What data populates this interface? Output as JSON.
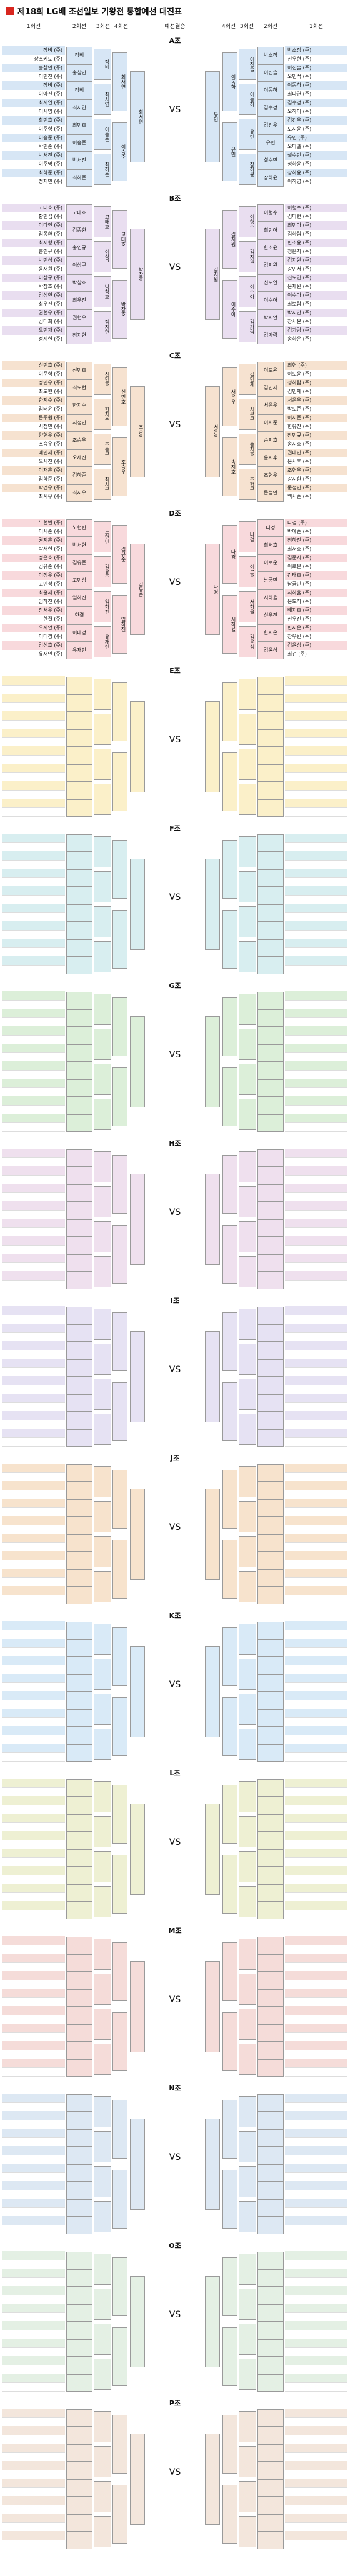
{
  "page_title": "제18회 LG배 조선일보 기왕전 통합예선 대진표",
  "header_cols": [
    "1회전",
    "2회전",
    "3회전",
    "4회전",
    "예선결승",
    "4회전",
    "3회전",
    "2회전",
    "1회전"
  ],
  "vs_label": "VS",
  "groups": [
    {
      "label": "A조",
      "color": "#d7e6f5",
      "left": [
        "장비 (주)",
        "장스키도 (주)",
        "홍창민 (주)",
        "이민진 (주)",
        "장비 (주)",
        "이아진 (주)",
        "최서연 (주)",
        "이세영 (주)",
        "최민호 (주)",
        "이주형 (주)",
        "이승준 (주)",
        "박민준 (주)",
        "박서진 (주)",
        "이주명 (주)",
        "최하준 (주)",
        "정재민 (주)"
      ],
      "right": [
        "박소정 (주)",
        "진우현 (주)",
        "이진솔 (주)",
        "오민석 (주)",
        "이동하 (주)",
        "최나연 (주)",
        "김수경 (주)",
        "오하이 (주)",
        "김건우 (주)",
        "도시윤 (주)",
        "유민 (주)",
        "오다엘 (주)",
        "설수민 (주)",
        "정하윤 (주)",
        "장하윤 (주)",
        "이하영 (주)"
      ],
      "r1l": [
        "장비",
        "홍창민",
        "장비",
        "최서연",
        "최민호",
        "이승준",
        "박서진",
        "최하준"
      ],
      "r1r": [
        "박소정",
        "이진솔",
        "이동하",
        "김수경",
        "김건우",
        "유민",
        "설수민",
        "장하윤"
      ],
      "r2l": [
        "장비",
        "최서연",
        "이승준",
        "최하준"
      ],
      "r2r": [
        "이진솔",
        "이동하",
        "유민",
        "장하윤"
      ],
      "r3l": [
        "최서연",
        "이승준"
      ],
      "r3r": [
        "이동하",
        "유민"
      ],
      "r4l": "최서연",
      "r4r": "유민"
    },
    {
      "label": "B조",
      "color": "#e9def0",
      "left": [
        "고태호 (주)",
        "황민섭 (주)",
        "이다인 (주)",
        "김종환 (주)",
        "최재형 (주)",
        "홍인규 (주)",
        "박민성 (주)",
        "윤재원 (주)",
        "이상구 (주)",
        "박창호 (주)",
        "김성현 (주)",
        "최우진 (주)",
        "권현우 (주)",
        "김대희 (주)",
        "오민재 (주)",
        "정지헌 (주)"
      ],
      "right": [
        "이형수 (주)",
        "김다현 (주)",
        "최민아 (주)",
        "김하림 (주)",
        "한소윤 (주)",
        "정은지 (주)",
        "김지원 (주)",
        "강민서 (주)",
        "신도연 (주)",
        "윤채원 (주)",
        "이수아 (주)",
        "최보람 (주)",
        "박지안 (주)",
        "장서윤 (주)",
        "김가람 (주)",
        "송하은 (주)"
      ],
      "r1l": [
        "고태호",
        "김종환",
        "홍인규",
        "이상구",
        "박창호",
        "최우진",
        "권현우",
        "정지헌"
      ],
      "r1r": [
        "이형수",
        "최민아",
        "한소윤",
        "김지원",
        "신도연",
        "이수아",
        "박지안",
        "김가람"
      ],
      "r2l": [
        "고태호",
        "이상구",
        "박창호",
        "정지헌"
      ],
      "r2r": [
        "이형수",
        "김지원",
        "이수아",
        "김가람"
      ],
      "r3l": [
        "고태호",
        "박창호"
      ],
      "r3r": [
        "김지원",
        "이수아"
      ],
      "r4l": "박창호",
      "r4r": "김지원"
    },
    {
      "label": "C조",
      "color": "#f6e2d0",
      "left": [
        "신민호 (주)",
        "이준혁 (주)",
        "정민우 (주)",
        "최도현 (주)",
        "한지수 (주)",
        "김태윤 (주)",
        "문주원 (주)",
        "서정민 (주)",
        "양현우 (주)",
        "조승우 (주)",
        "배민재 (주)",
        "오세진 (주)",
        "이재훈 (주)",
        "김하준 (주)",
        "박건우 (주)",
        "최시우 (주)"
      ],
      "right": [
        "최현 (주)",
        "이도윤 (주)",
        "정하람 (주)",
        "김민재 (주)",
        "서은우 (주)",
        "박도준 (주)",
        "이서준 (주)",
        "한유찬 (주)",
        "장민규 (주)",
        "송지호 (주)",
        "권태민 (주)",
        "윤시후 (주)",
        "조현우 (주)",
        "강지환 (주)",
        "문성민 (주)",
        "백시준 (주)"
      ],
      "r1l": [
        "신민호",
        "최도현",
        "한지수",
        "서정민",
        "조승우",
        "오세진",
        "김하준",
        "최시우"
      ],
      "r1r": [
        "이도윤",
        "김민재",
        "서은우",
        "이서준",
        "송지호",
        "윤시후",
        "조현우",
        "문성민"
      ],
      "r2l": [
        "신민호",
        "한지수",
        "조승우",
        "최시우"
      ],
      "r2r": [
        "김민재",
        "서은우",
        "송지호",
        "조현우"
      ],
      "r3l": [
        "신민호",
        "조승우"
      ],
      "r3r": [
        "서은우",
        "송지호"
      ],
      "r4l": "조승우",
      "r4r": "서은우"
    },
    {
      "label": "D조",
      "color": "#f8d9dc",
      "left": [
        "노현빈 (주)",
        "이세준 (주)",
        "권지훈 (주)",
        "박서현 (주)",
        "정은호 (주)",
        "김유준 (주)",
        "이정우 (주)",
        "고민성 (주)",
        "최윤재 (주)",
        "임하진 (주)",
        "장서우 (주)",
        "한결 (주)",
        "오지안 (주)",
        "이태경 (주)",
        "김선호 (주)",
        "유재인 (주)"
      ],
      "right": [
        "나경 (주)",
        "박예준 (주)",
        "정하진 (주)",
        "최서호 (주)",
        "김준서 (주)",
        "이로운 (주)",
        "강태호 (주)",
        "남궁민 (주)",
        "서하율 (주)",
        "윤도하 (주)",
        "배지호 (주)",
        "신우진 (주)",
        "한시온 (주)",
        "장우빈 (주)",
        "김윤성 (주)",
        "최건 (주)"
      ],
      "r1l": [
        "노현빈",
        "박서현",
        "김유준",
        "고민성",
        "임하진",
        "한결",
        "이태경",
        "유재인"
      ],
      "r1r": [
        "나경",
        "최서호",
        "이로운",
        "남궁민",
        "서하율",
        "신우진",
        "한시온",
        "김윤성"
      ],
      "r2l": [
        "노현빈",
        "김유준",
        "임하진",
        "유재인"
      ],
      "r2r": [
        "나경",
        "이로운",
        "서하율",
        "김윤성"
      ],
      "r3l": [
        "김유준",
        "임하진"
      ],
      "r3r": [
        "나경",
        "서하율"
      ],
      "r4l": "김유준",
      "r4r": "나경"
    }
  ],
  "more_groups": [
    "E조",
    "F조",
    "G조",
    "H조",
    "I조",
    "J조",
    "K조",
    "L조",
    "M조",
    "N조",
    "O조",
    "P조"
  ],
  "more_colors": [
    "#fbf0c9",
    "#d8eef0",
    "#dcefd9",
    "#efe0ee",
    "#e6e2f3",
    "#f7e3cd",
    "#d9eaf7",
    "#eef0d3",
    "#f5dcd9",
    "#dde8f3",
    "#e4f0e4",
    "#f3e6dc"
  ]
}
